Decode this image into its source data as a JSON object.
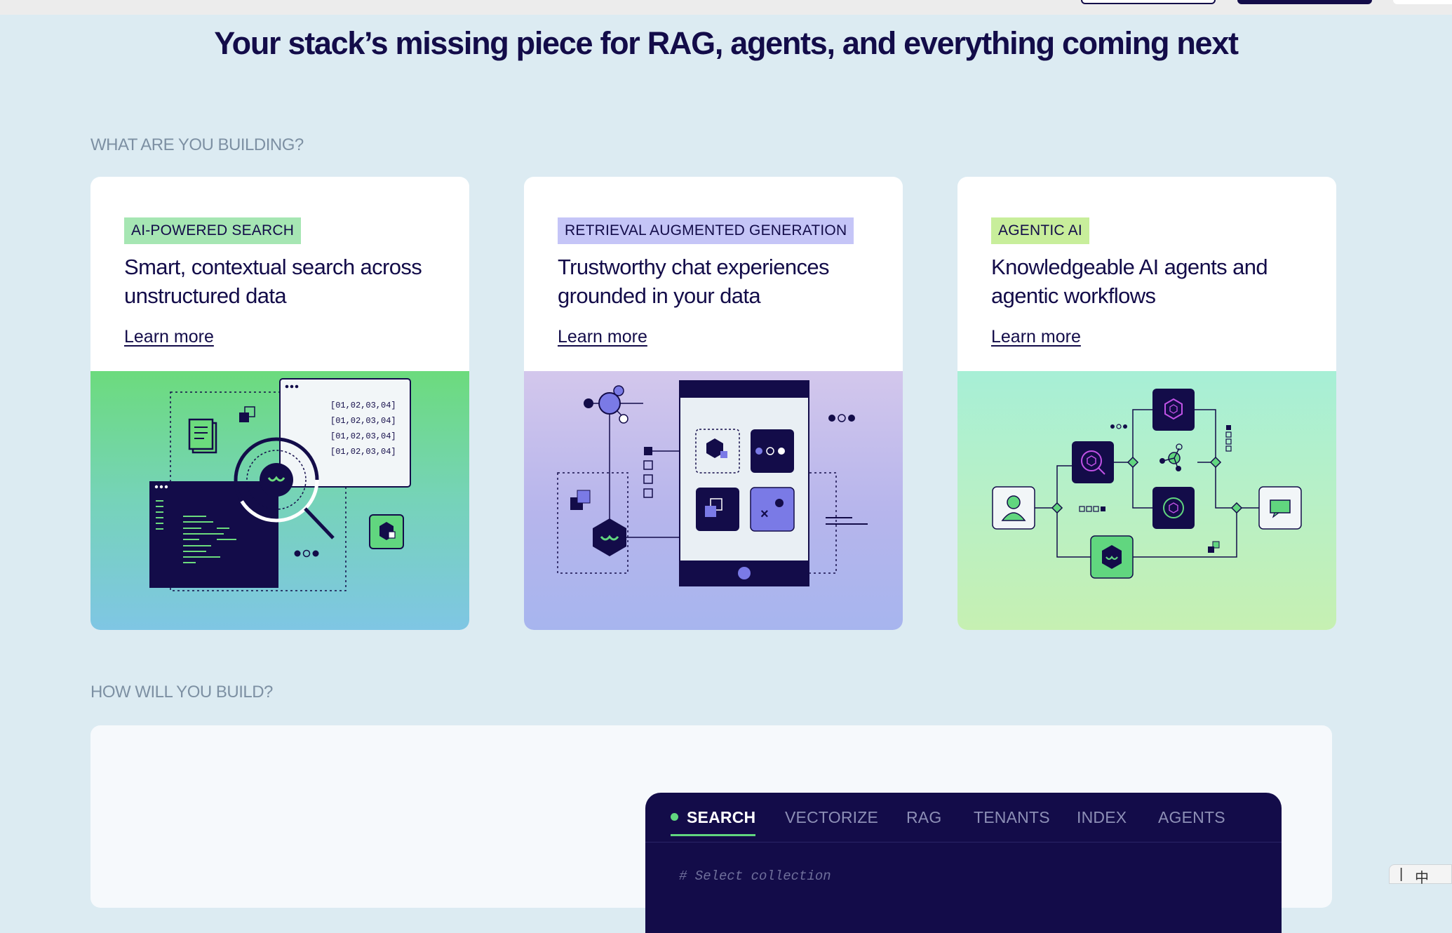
{
  "headline": "Your stack’s missing piece for RAG, agents, and everything coming next",
  "sections": {
    "building_label": "WHAT ARE YOU BUILDING?",
    "how_label": "HOW WILL YOU BUILD?"
  },
  "cards": [
    {
      "badge": "AI-POWERED SEARCH",
      "title": "Smart, contextual search across unstructured data",
      "link": "Learn more",
      "vectors": [
        "[01,02,03,04]",
        "[01,02,03,04]",
        "[01,02,03,04]",
        "[01,02,03,04]"
      ]
    },
    {
      "badge": "RETRIEVAL AUGMENTED GENERATION",
      "title": "Trustworthy chat experiences grounded in your data",
      "link": "Learn more"
    },
    {
      "badge": "AGENTIC AI",
      "title": "Knowledgeable AI agents and agentic workflows",
      "link": "Learn more"
    }
  ],
  "code_tabs": {
    "items": [
      "SEARCH",
      "VECTORIZE",
      "RAG",
      "TENANTS",
      "INDEX",
      "AGENTS"
    ],
    "active": "SEARCH",
    "comment": "# Select collection"
  },
  "corner_widget": {
    "left_glyph": "|",
    "right_glyph": "中"
  },
  "colors": {
    "page_bg": "#dcebf2",
    "ink": "#130c49",
    "accent_green": "#61d67f",
    "accent_purple": "#7a7ae6"
  }
}
